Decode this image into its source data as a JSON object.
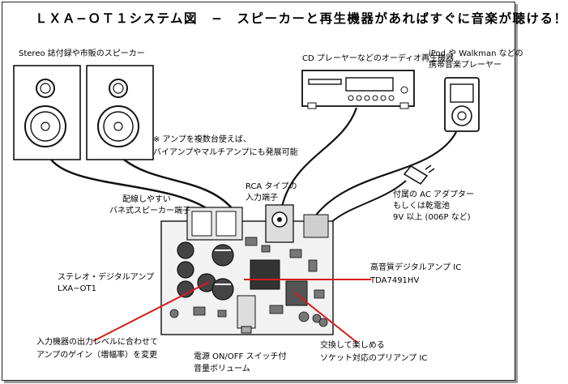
{
  "title": "ＬＸＡ−ＯＴ１システム図　−　スピーカーと再生機器があればすぐに音楽が聴ける！",
  "labels": {
    "speakers": "Stereo 誌付録や市販のスピーカー",
    "cd_player": "CD プレーヤーなどのオーディオ再生機器",
    "portable_line1": "iPod や Walkman などの",
    "portable_line2": "携帯音楽プレーヤー",
    "multi_amp_line1": "※ アンプを複数台使えば、",
    "multi_amp_line2": "バイアンプやマルチアンプにも発展可能",
    "rca_line1": "RCA タイプの",
    "rca_line2": "入力端子",
    "spk_term_line1": "配線しやすい",
    "spk_term_line2": "バネ式スピーカー端子",
    "adapter_line1": "付属の AC アダプター",
    "adapter_line2": "もしくは乾電池",
    "adapter_line3": "9V 以上 (006P など)",
    "board_line1": "ステレオ・デジタルアンプ",
    "board_line2": "LXA−OT1",
    "ic_line1": "高音質デジタルアンプ IC",
    "ic_line2": "TDA7491HV",
    "gain_line1": "入力機器の出力レベルに合わせて",
    "gain_line2": "アンプのゲイン（増幅率）を変更",
    "preamp_line1": "交換して楽しめる",
    "preamp_line2": "ソケット対応のプリアンプ IC",
    "power_line1": "電源 ON/OFF スイッチ付",
    "power_line2": "音量ボリューム"
  },
  "colors": {
    "pointer": "#d81b1b",
    "ink": "#111111"
  }
}
